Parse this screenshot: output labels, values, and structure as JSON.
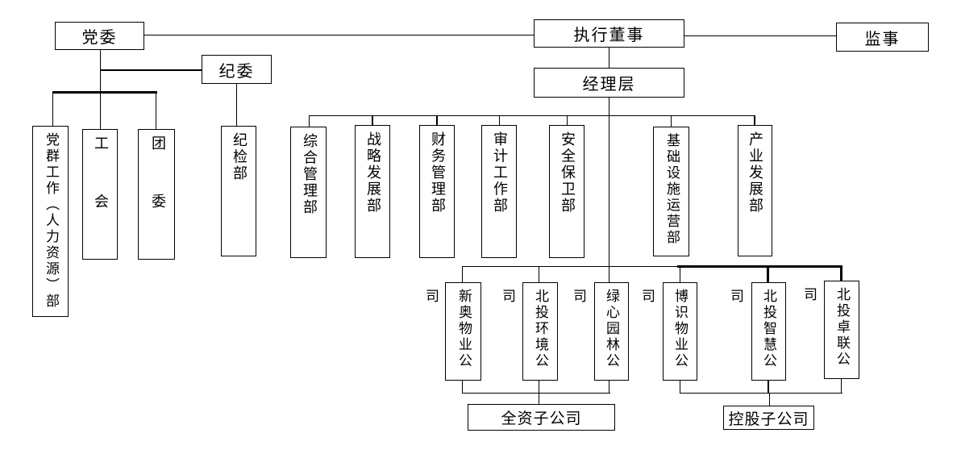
{
  "diagram": {
    "type": "org-chart",
    "colors": {
      "line": "#000000",
      "box_border": "#000000",
      "box_fill": "#ffffff",
      "text": "#000000",
      "background": "#ffffff"
    }
  },
  "nodes": {
    "party_committee": "党委",
    "executive_director": "执行董事",
    "supervisor": "监事",
    "discipline_committee": "纪委",
    "management_layer": "经理层",
    "party_mass_hr_dept": "党群工作（人力资源）部",
    "labor_union": "工会",
    "youth_league": "团委",
    "discipline_inspection_dept": "纪检部",
    "general_management_dept": "综合管理部",
    "strategy_development_dept": "战略发展部",
    "finance_management_dept": "财务管理部",
    "audit_work_dept": "审计工作部",
    "security_dept": "安全保卫部",
    "infrastructure_operation_dept": "基础设施运营部",
    "industry_development_dept": "产业发展部",
    "xinao_property_co": "新奥物业公司",
    "beitou_environment_co": "北投环境公司",
    "lvxin_garden_co": "绿心园林公司",
    "boshi_property_co": "博识物业公司",
    "beitou_smart_co": "北投智慧公司",
    "beitou_zhuolian_co": "北投卓联公司",
    "wholly_owned_group": "全资子公司",
    "holding_group": "控股子公司"
  }
}
